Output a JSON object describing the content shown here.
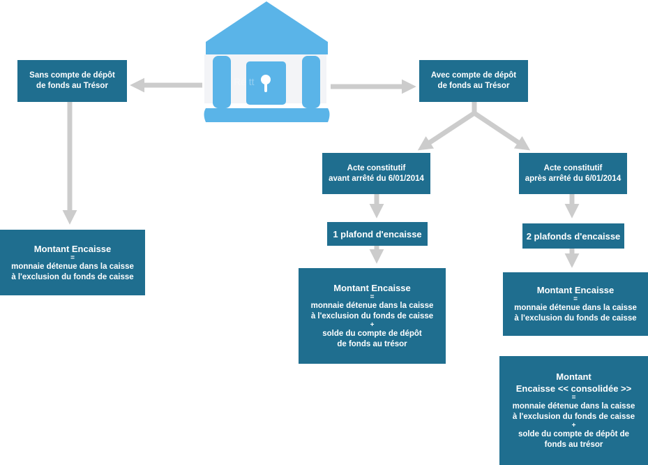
{
  "bank_icon": {
    "icon": "bank-building-icon",
    "color": "#5ab4e8",
    "faded_text": "Ré          tt"
  },
  "colors": {
    "box": "#1f6e8f",
    "arrow": "#cccccc",
    "text": "#ffffff"
  },
  "boxes": {
    "sans_compte": {
      "line1": "Sans compte de dépôt",
      "line2": "de fonds au Trésor"
    },
    "avec_compte": {
      "line1": "Avec compte de dépôt",
      "line2": "de fonds au Trésor"
    },
    "acte_avant": {
      "line1": "Acte constitutif",
      "line2": "avant arrêté du 6/01/2014"
    },
    "acte_apres": {
      "line1": "Acte constitutif",
      "line2": "après arrêté du 6/01/2014"
    },
    "plafond_1": {
      "label": "1 plafond d'encaisse"
    },
    "plafond_2": {
      "label": "2 plafonds d'encaisse"
    },
    "montant_sans": {
      "title": "Montant Encaisse",
      "eq": "=",
      "line1": "monnaie détenue dans la caisse",
      "line2": "à l'exclusion du fonds de caisse"
    },
    "montant_avant": {
      "title": "Montant Encaisse",
      "eq": "=",
      "line1": "monnaie détenue dans la caisse",
      "line2": "à l'exclusion du fonds de caisse",
      "plus": "+",
      "line3": "solde du compte de dépôt",
      "line4": "de fonds au trésor"
    },
    "montant_apres": {
      "title": "Montant Encaisse",
      "eq": "=",
      "line1": "monnaie détenue dans la caisse",
      "line2": "à l'exclusion du fonds de caisse"
    },
    "montant_consolide": {
      "title1": "Montant",
      "title2": "Encaisse << consolidée >>",
      "eq": "=",
      "line1": "monnaie détenue dans la caisse",
      "line2": "à l'exclusion du fonds de caisse",
      "plus": "+",
      "line3": "solde du compte de dépôt de",
      "line4": "fonds au trésor"
    }
  }
}
